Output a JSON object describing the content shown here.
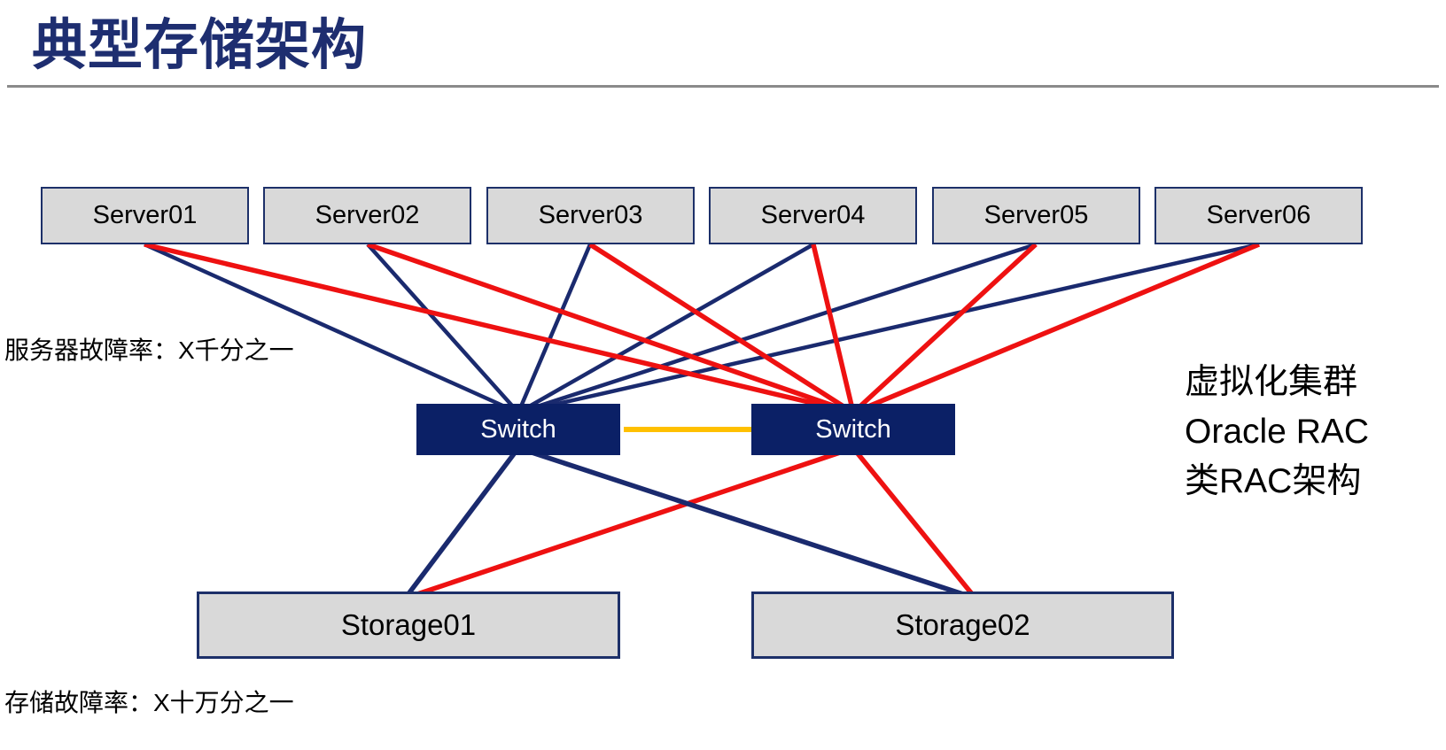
{
  "page": {
    "title": "典型存储架构"
  },
  "diagram": {
    "servers": [
      {
        "label": "Server01"
      },
      {
        "label": "Server02"
      },
      {
        "label": "Server03"
      },
      {
        "label": "Server04"
      },
      {
        "label": "Server05"
      },
      {
        "label": "Server06"
      }
    ],
    "switches": [
      {
        "label": "Switch"
      },
      {
        "label": "Switch"
      }
    ],
    "storages": [
      {
        "label": "Storage01"
      },
      {
        "label": "Storage02"
      }
    ],
    "annotations": {
      "server_failure_rate": "服务器故障率：X千分之一",
      "storage_failure_rate": "存储故障率：X十万分之一",
      "cluster_note_lines": [
        "虚拟化集群",
        "Oracle RAC",
        "类RAC架构"
      ]
    },
    "colors": {
      "navy_link": "#1a2a6e",
      "red_link": "#ee1111",
      "orange_link": "#ffc000",
      "node_fill_gray": "#d9d9d9",
      "node_fill_navy": "#0b2066",
      "node_border_navy": "#1d3069",
      "title_navy": "#1e2e70",
      "divider_gray": "#8a8a8a"
    },
    "connections": [
      {
        "from": "server-0",
        "to": "switch-a",
        "color": "navy"
      },
      {
        "from": "server-1",
        "to": "switch-a",
        "color": "navy"
      },
      {
        "from": "server-2",
        "to": "switch-a",
        "color": "navy"
      },
      {
        "from": "server-3",
        "to": "switch-a",
        "color": "navy"
      },
      {
        "from": "server-4",
        "to": "switch-a",
        "color": "navy"
      },
      {
        "from": "server-5",
        "to": "switch-a",
        "color": "navy"
      },
      {
        "from": "server-0",
        "to": "switch-b",
        "color": "red"
      },
      {
        "from": "server-1",
        "to": "switch-b",
        "color": "red"
      },
      {
        "from": "server-2",
        "to": "switch-b",
        "color": "red"
      },
      {
        "from": "server-3",
        "to": "switch-b",
        "color": "red"
      },
      {
        "from": "server-4",
        "to": "switch-b",
        "color": "red"
      },
      {
        "from": "server-5",
        "to": "switch-b",
        "color": "red"
      },
      {
        "from": "switch-b",
        "to": "storage-0",
        "color": "red"
      },
      {
        "from": "switch-b",
        "to": "storage-1",
        "color": "red"
      },
      {
        "from": "switch-a",
        "to": "storage-0",
        "color": "navy"
      },
      {
        "from": "switch-a",
        "to": "storage-1",
        "color": "navy"
      },
      {
        "from": "switch-a",
        "to": "switch-b",
        "color": "orange"
      }
    ]
  }
}
